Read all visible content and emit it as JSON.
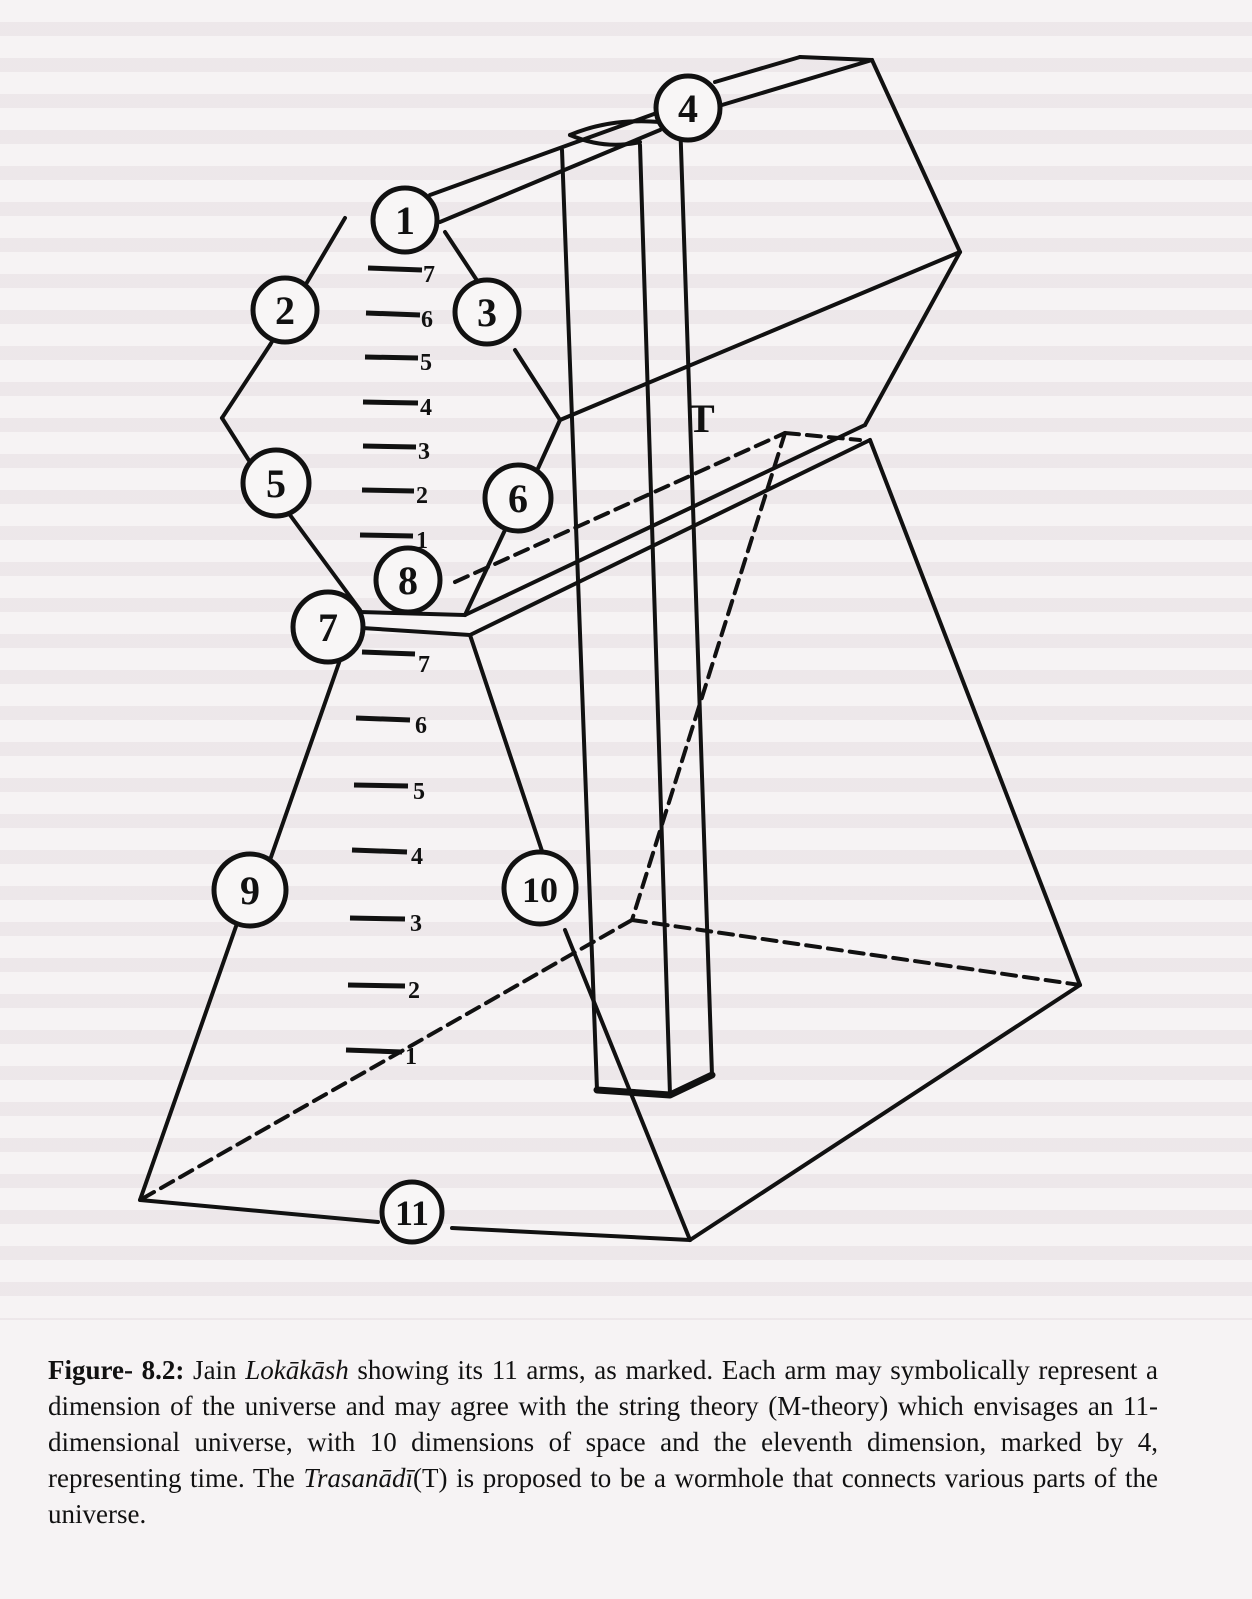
{
  "figure": {
    "title": "Jain Lokākāsh diagram",
    "arm_labels": [
      "1",
      "2",
      "3",
      "4",
      "5",
      "6",
      "7",
      "8",
      "9",
      "10",
      "11"
    ],
    "upper_scale": [
      "7",
      "6",
      "5",
      "4",
      "3",
      "2",
      "1"
    ],
    "lower_scale": [
      "7",
      "6",
      "5",
      "4",
      "3",
      "2",
      "1"
    ],
    "trasanadi_label": "T"
  },
  "caption": {
    "label": "Figure- 8.2:",
    "part1": " Jain ",
    "italic1": "Lokākāsh",
    "part2": " showing its 11 arms, as marked. Each arm may symbolically represent a dimension of the universe and may agree with the string theory (M-theory) which envisages an 11- dimensional universe, with 10 dimensions of  space and the eleventh dimension, marked by 4, representing time. The ",
    "italic2": "Trasanādī",
    "part3": "(T) is proposed to be a wormhole that connects various parts of the universe."
  },
  "colors": {
    "ink": "#111111",
    "paper": "#f6f3f4"
  }
}
